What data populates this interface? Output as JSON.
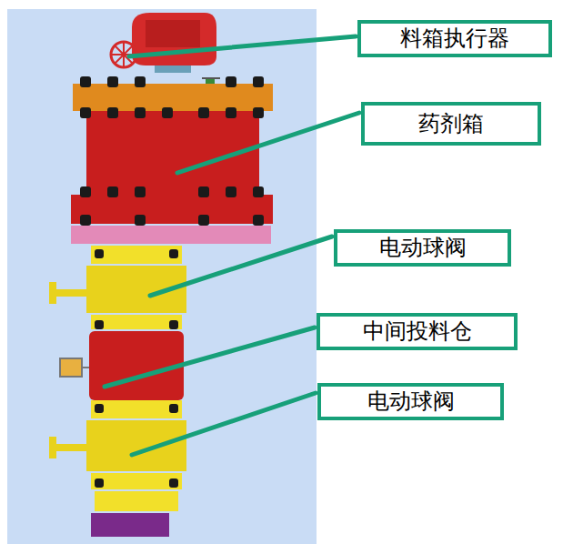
{
  "diagram": {
    "nodes": [
      {
        "text": [
          "料箱执行器"
        ]
      },
      {
        "text": [
          "药剂箱"
        ]
      },
      {
        "text": [
          "电动球阀"
        ]
      },
      {
        "text": [
          "中间投料仓"
        ]
      },
      {
        "text": [
          "电动球阀"
        ]
      }
    ]
  }
}
